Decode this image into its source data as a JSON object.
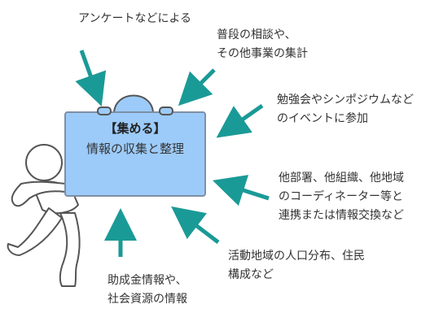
{
  "center": {
    "title": "【集める】",
    "subtitle": "情報の収集と整理"
  },
  "sources": {
    "survey": "アンケートなどによる",
    "consult_line1": "普段の相談や、",
    "consult_line2": "その他事業の集計",
    "events_line1": "勉強会やシンポジウムなど",
    "events_line2": "のイベントに参加",
    "network_line1": "他部署、他組織、他地域",
    "network_line2": "のコーディネーター等と",
    "network_line3": "連携または情報交換など",
    "demographics_line1": "活動地域の人口分布、住民",
    "demographics_line2": "構成など",
    "funding_line1": "助成金情報や、",
    "funding_line2": "社会資源の情報"
  },
  "colors": {
    "arrow": "#1a9a96",
    "board_fill": "#9ccbfa",
    "board_border": "#7e8fa5",
    "figure_fill": "#ffffff",
    "figure_stroke": "#555555"
  },
  "icons": {
    "figure": "person-running-icon",
    "arrow": "arrow-icon"
  }
}
